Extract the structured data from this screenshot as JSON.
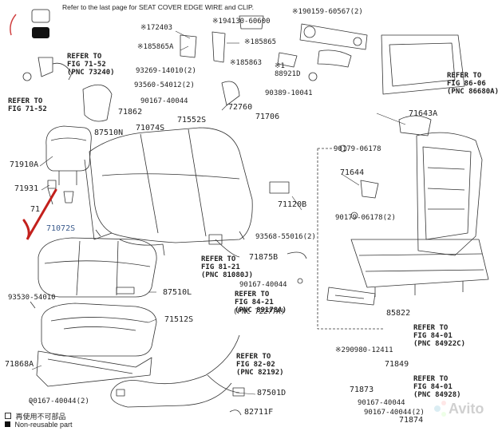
{
  "header_note": "Refer to the last page for SEAT COVER EDGE WIRE and CLIP.",
  "legend": [
    {
      "text": "再使用不可部品",
      "swatch": "#ffffff"
    },
    {
      "text": "Non-reusable part",
      "swatch": "#111111"
    }
  ],
  "watermark": "Avito",
  "refs": {
    "r71_52a": "REFER TO\nFIG 71-52\n(PNC 73240)",
    "r71_52b": "REFER TO\nFIG 71-52",
    "r86_06": "REFER TO\nFIG 86-06\n(PNC 86680A)",
    "r81_21": "REFER TO\nFIG 81-21\n(PNC 81080J)",
    "r84_21": "REFER TO\nFIG 84-21\n(PNC 89178A)",
    "r82_02": "REFER TO\nFIG 82-02\n(PNC 82192)",
    "r84_01a": "REFER TO\nFIG 84-01\n(PNC 84922C)",
    "r84_01b": "REFER TO\nFIG 84-01\n(PNC 84928)",
    "r72277A": "(PNC 72277A)"
  },
  "parts": {
    "p72403": "※172403",
    "p94130": "※194130-60600",
    "p90159": "※190159-60567(2)",
    "p85865A": "※185865A",
    "p85865": "※185865",
    "p93269": "93269-14010(2)",
    "p85863": "※185863",
    "p88921D": "※1\n88921D",
    "p93560": "93560-54012(2)",
    "p90389": "90389-10041",
    "p90167a": "90167-40044",
    "p72760": "72760",
    "p71706": "71706",
    "p71862": "71862",
    "p87510N": "87510N",
    "p71074S": "71074S",
    "p71552S": "71552S",
    "p71910A": "71910A",
    "p71931": "71931",
    "p71072S": "71072S",
    "p71120B": "71120B",
    "p93568": "93568-55016(2)",
    "p71875B": "71875B",
    "p90167b": "90167-40044",
    "p87510L": "87510L",
    "p71512S": "71512S",
    "p93530": "93530-54010",
    "p71868A": "71868A",
    "p90167c": "90167-40044(2)",
    "p71643A": "71643A",
    "p90179a": "90179-06178",
    "p71644": "71644",
    "p90179b": "90179-06178(2)",
    "p85822": "85822",
    "p90980": "※290980-12411",
    "p71849": "71849",
    "p71873": "71873",
    "p90167d": "90167-40044",
    "p90167e": "90167-40044(2)",
    "p71874": "71874",
    "p87501D": "87501D",
    "p82711F": "82711F",
    "p71ex": "71"
  }
}
